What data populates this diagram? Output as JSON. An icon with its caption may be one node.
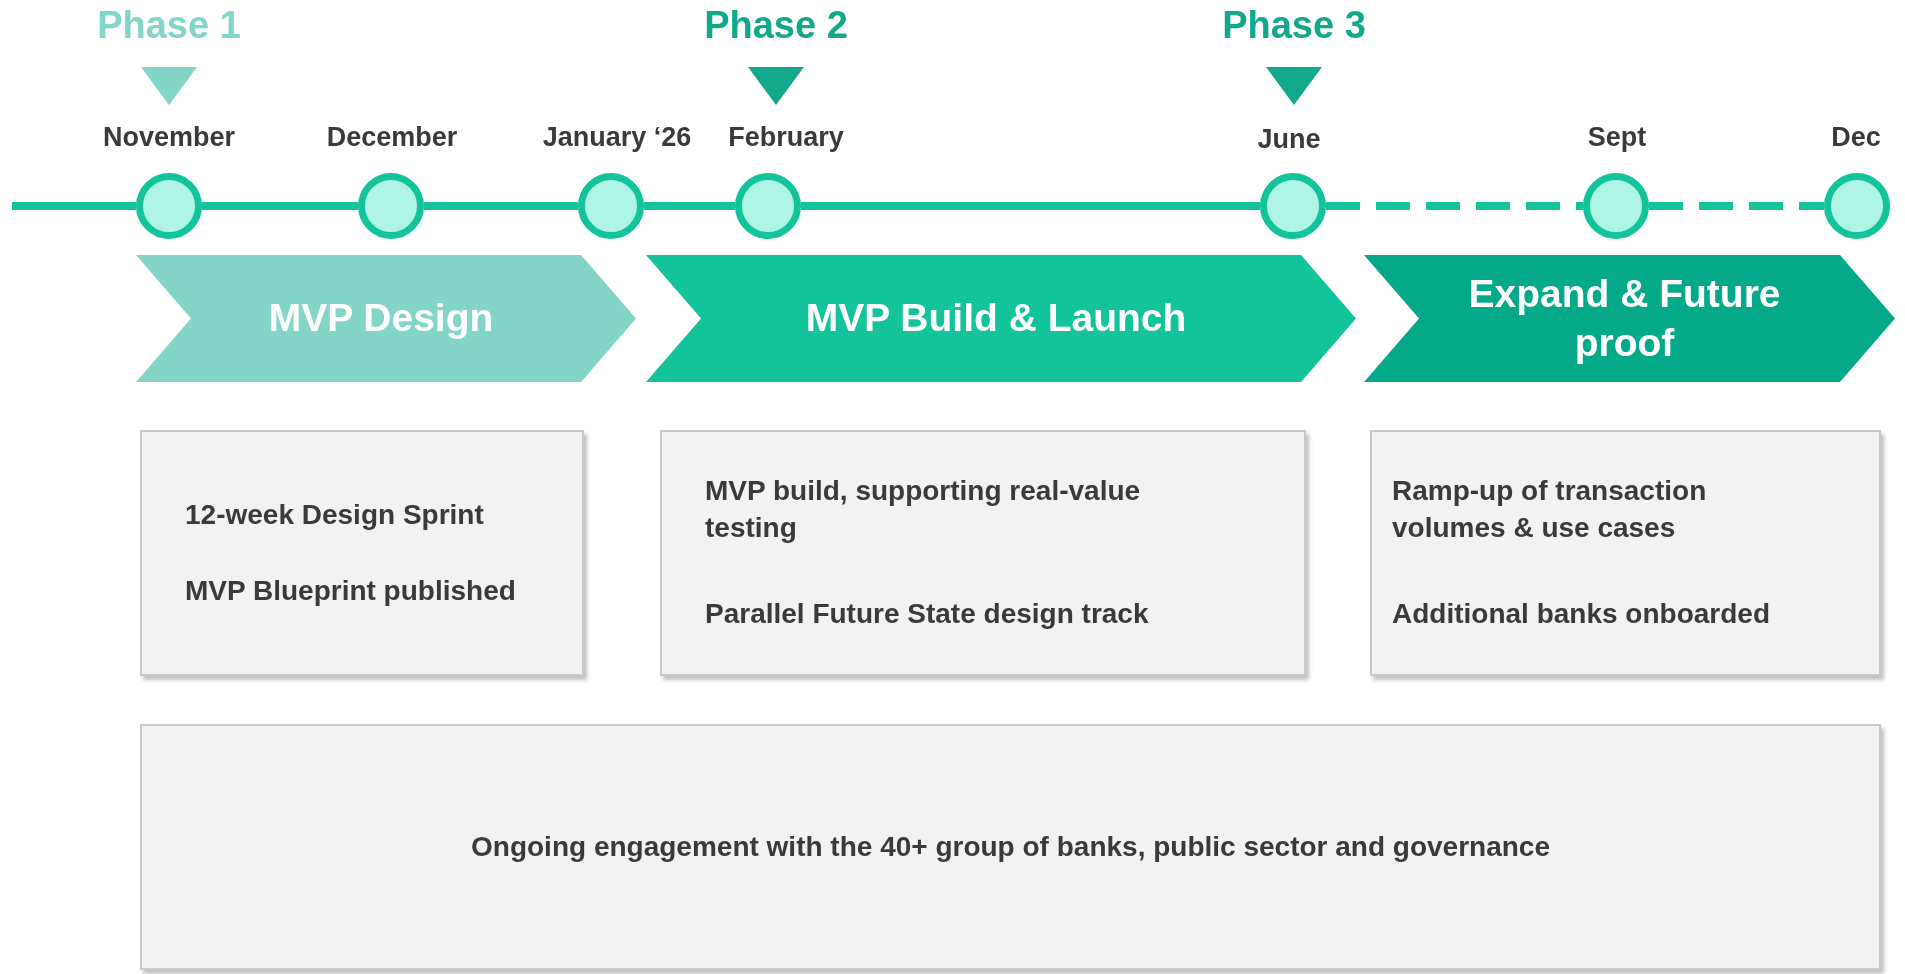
{
  "diagram": {
    "nodes": [
      {
        "text": [],
        "shape": "circle",
        "beside": [
          "November"
        ]
      },
      {
        "text": [],
        "shape": "circle",
        "beside": [
          "December"
        ]
      },
      {
        "text": [],
        "shape": "circle",
        "beside": [
          "January ‘26"
        ]
      },
      {
        "text": [],
        "shape": "circle",
        "beside": [
          "February"
        ]
      },
      {
        "text": [],
        "shape": "circle",
        "beside": [
          "June"
        ]
      },
      {
        "text": [],
        "shape": "circle",
        "beside": [
          "Sept"
        ]
      },
      {
        "text": [],
        "shape": "circle",
        "beside": [
          "Dec"
        ]
      },
      {
        "text": [
          "MVP Design"
        ]
      },
      {
        "text": [
          "MVP Build & Launch"
        ]
      },
      {
        "text": [
          "Expand & Future proof"
        ]
      },
      {
        "text": [
          "12-week Design Sprint",
          "MVP Blueprint published"
        ]
      },
      {
        "text": [
          "MVP build, supporting real-value testing",
          "Parallel Future State design track"
        ]
      },
      {
        "text": [
          "Ramp-up of transaction volumes & use cases",
          "Additional banks onboarded"
        ]
      },
      {
        "text": [
          "Ongoing engagement with the 40+ group of banks, public sector and governance"
        ]
      }
    ],
    "edges": [
      {
        "from": null,
        "to": 0,
        "arrow": "none"
      },
      {
        "from": 0,
        "to": 1,
        "arrow": "none"
      },
      {
        "from": 1,
        "to": 2,
        "arrow": "none"
      },
      {
        "from": 2,
        "to": 3,
        "arrow": "none"
      },
      {
        "from": 3,
        "to": 4,
        "arrow": "none"
      },
      {
        "from": 4,
        "to": 5,
        "arrow": "none",
        "style": "dashed"
      },
      {
        "from": 5,
        "to": 6,
        "arrow": "none",
        "style": "dashed"
      }
    ],
    "labels": [
      "Phase 1",
      "Phase 2",
      "Phase 3"
    ]
  }
}
